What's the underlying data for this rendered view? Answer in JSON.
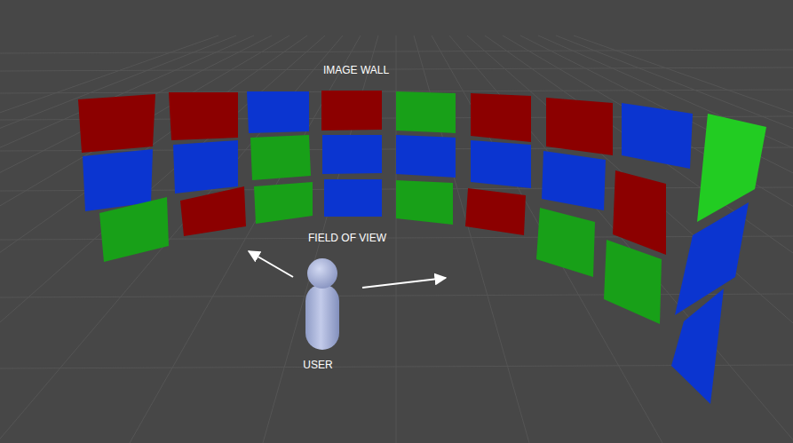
{
  "diagram": {
    "labels": [
      "IMAGE WALL",
      "FIELD OF VIEW",
      "USER"
    ]
  }
}
